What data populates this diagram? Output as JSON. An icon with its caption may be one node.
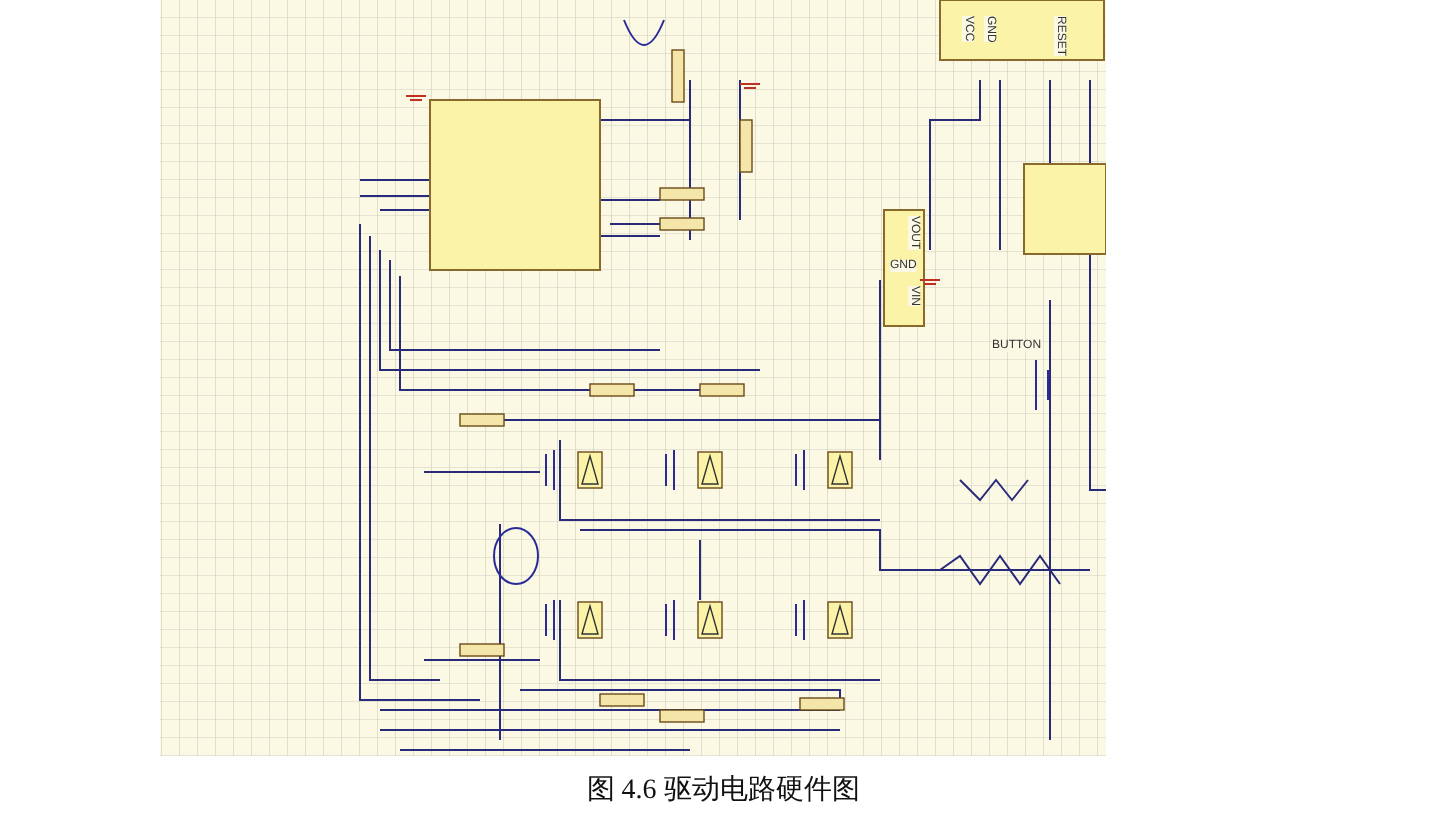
{
  "diagram": {
    "caption": "图 4.6 驱动电路硬件图",
    "labels": [
      "VCC",
      "GND",
      "RESET",
      "VOUT",
      "GND",
      "VIN",
      "BUTTON"
    ]
  }
}
